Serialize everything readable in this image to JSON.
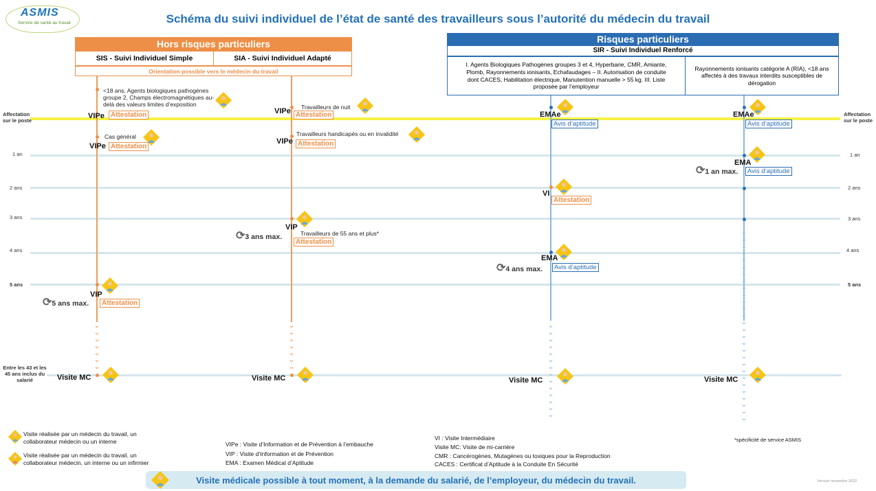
{
  "logo": {
    "name": "ASMIS",
    "subtitle": "Service de santé au travail"
  },
  "title": "Schéma du suivi individuel de l’état de santé des travailleurs sous l’autorité du médecin du travail",
  "hors": {
    "header": "Hors risques particuliers",
    "sis": "SIS - Suivi Individuel Simple",
    "sia": "SIA - Suivi Individuel Adapté",
    "orientation": "Orientation possible vers le médecin du travail"
  },
  "risques": {
    "header": "Risques particuliers",
    "sir": "SIR - Suivi Individuel Renforcé",
    "left_text": "I. Agents Biologiques Pathogènes groupes 3 et 4, Hyperbarie, CMR, Amiante, Plomb, Rayonnements ionisants, Echafaudages – II. Autorisation de conduite dont CACES, Habilitation électrique, Manutention manuelle > 55 kg. III. Liste proposée par l’employeur",
    "right_text": "Rayonnements ionisants catégorie A (RIA), <18 ans affectés à des travaux interdits susceptibles de dérogation"
  },
  "axis": {
    "affectation": "Affectation sur le poste",
    "y1": "1 an",
    "y2": "2 ans",
    "y3": "3 ans",
    "y4": "4 ans",
    "y5": "5 ans",
    "mc": "Entre les 43 et les 45 ans inclus du salarié"
  },
  "sis_col": {
    "note1": "<18 ans, Agents biologiques pathogènes groupe 2, Champs électromagnétiques au-delà des valeurs limites d’exposition",
    "vipe1": "VIPe",
    "attest1": "Attestation",
    "note2": "Cas général",
    "vipe2": "VIPe",
    "attest2": "Attestation",
    "vip": "VIP",
    "attest3": "Attestation",
    "cycle": "5 ans max.",
    "mc": "Visite MC"
  },
  "sia_col": {
    "note1": "Travailleurs de nuit",
    "vipe1": "VIPe",
    "attest1": "Attestation",
    "note2": "Travailleurs handicapés ou en invalidité",
    "vipe2": "VIPe",
    "attest2": "Attestation",
    "vip": "VIP",
    "note3": "Travailleurs de 55 ans et plus*",
    "attest3": "Attestation",
    "cycle": "3 ans max.",
    "mc": "Visite MC"
  },
  "sir1_col": {
    "emae": "EMAe",
    "avis1": "Avis d’aptitude",
    "vi": "VI",
    "attest": "Attestation",
    "ema": "EMA",
    "avis2": "Avis d’aptitude",
    "cycle": "4 ans max.",
    "mc": "Visite MC"
  },
  "sir2_col": {
    "emae": "EMAe",
    "avis1": "Avis d’aptitude",
    "ema": "EMA",
    "avis2": "Avis d’aptitude",
    "cycle": "1 an max.",
    "mc": "Visite MC"
  },
  "legend": {
    "doc1": "Visite réalisée par un médecin du travail, un collaborateur médecin ou un interne",
    "doc2": "Visite réalisée par un médecin du travail, un collaborateur médecin, un interne ou un infirmier",
    "vipe": "VIPe : Visite d’Information et de Prévention à l’embauche",
    "vip": "VIP : Visite d’Information et de Prévention",
    "ema": "EMA : Examen Médical d’Aptitude",
    "vi": "VI : Visite Intermédiaire",
    "mc": "Visite MC: Visite de mi-carrière",
    "cmr": "CMR : Cancérogènes, Mutagènes ou toxiques pour la Reproduction",
    "caces": "CACES : Certificat d’Aptitude à la Conduite En Sécurité",
    "asterisk": "*spécificité de service ASMIS"
  },
  "banner": "Visite médicale possible à tout moment, à la demande du salarié, de l’employeur, du médecin du travail.",
  "version": "Version novembre 2022",
  "colors": {
    "orange": "#ee8f47",
    "blue": "#2b6db3",
    "yellow": "#f5f242",
    "title": "#2471b8"
  }
}
